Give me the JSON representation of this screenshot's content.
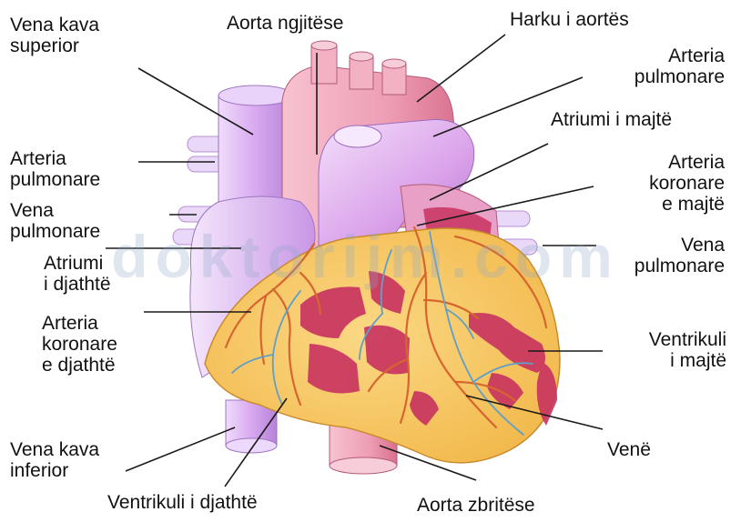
{
  "labels": {
    "vena_kava_superior": "Vena kava\nsuperior",
    "aorta_ngjitese": "Aorta ngjitëse",
    "harku_aortes": "Harku i aortës",
    "arteria_pulmonare_right": "Arteria\npulmonare",
    "atriumi_majte": "Atriumi i majtë",
    "arteria_koronare_majte": "Arteria\nkoronare\ne majtë",
    "arteria_pulmonare_left": "Arteria\npulmonare",
    "vena_pulmonare_left": "Vena\npulmonare",
    "atriumi_djathte": "Atriumi\ni djathtë",
    "vena_pulmonare_right": "Vena\npulmonare",
    "arteria_koronare_djathte": "Arteria\nkoronare\ne djathtë",
    "ventrikuli_majte": "Ventrikuli\ni majtë",
    "vene": "Venë",
    "vena_kava_inferior": "Vena kava\ninferior",
    "ventrikuli_djathte": "Ventrikuli i djathtë",
    "aorta_zbritese": "Aorta zbritëse"
  },
  "watermark": "doktorijm.com",
  "colors": {
    "ventricle_fill": "#f6c766",
    "aorta_fill": "#ee9db4",
    "pulmonary_fill": "#dba3ea",
    "vena_cava_fill": "#d8a8f0",
    "muscle_red": "#c8325f",
    "coronary_artery": "#d7652e",
    "vein": "#5f9fc8"
  }
}
